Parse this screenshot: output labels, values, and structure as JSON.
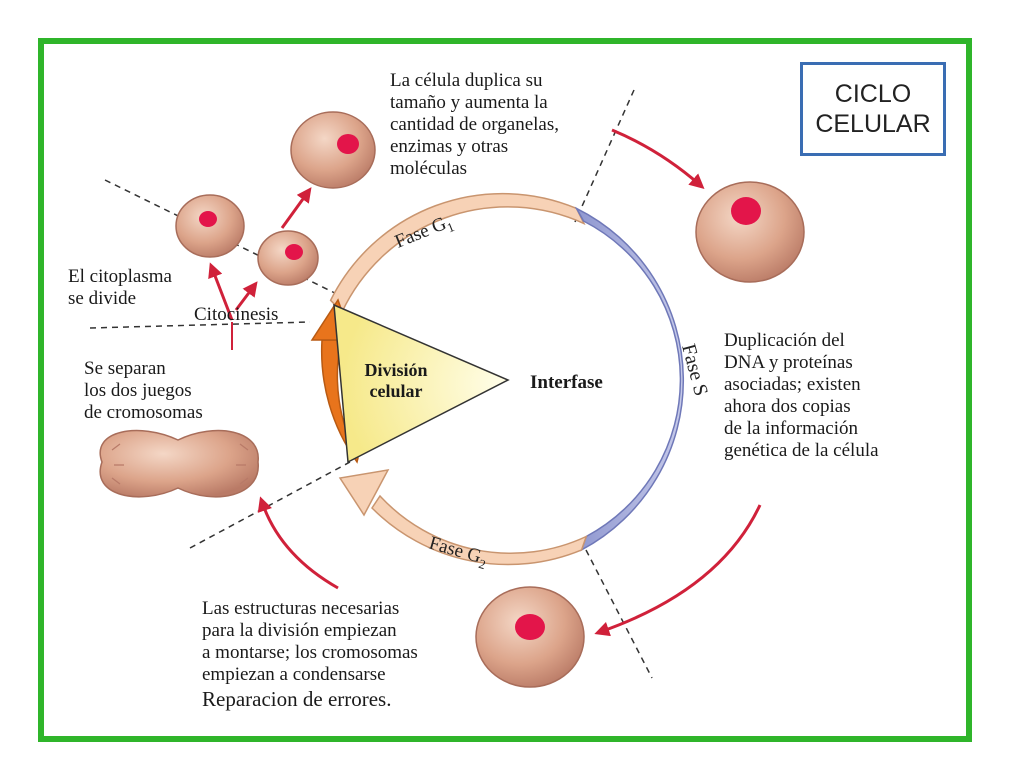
{
  "title": {
    "line1": "CICLO",
    "line2": "CELULAR"
  },
  "phases": {
    "g1": "Fase G",
    "g1_sub": "1",
    "s": "Fase S",
    "g2": "Fase G",
    "g2_sub": "2",
    "cytokinesis": "Citocinesis",
    "division_line1": "División",
    "division_line2": "celular",
    "interphase": "Interfase"
  },
  "annotations": {
    "g1_text": [
      "La célula duplica su",
      "tamaño y aumenta la",
      "cantidad de organelas,",
      "enzimas y otras",
      "moléculas"
    ],
    "s_text": [
      "Duplicación del",
      "DNA y proteínas",
      "asociadas; existen",
      "ahora dos copias",
      "de la información",
      "genética de la célula"
    ],
    "g2_text": [
      "Las estructuras necesarias",
      "para la división empiezan",
      "a montarse; los cromosomas",
      "empiezan a condensarse"
    ],
    "g2_extra": "Reparacion de errores.",
    "cytoplasm_text": [
      "El citoplasma",
      "se divide"
    ],
    "separation_text": [
      "Se separan",
      "los dos juegos",
      "de cromosomas"
    ]
  },
  "colors": {
    "border_green": "#2fb52a",
    "title_border": "#3a6db3",
    "g1_band": "#f7d2b6",
    "s_band": "#a8aedb",
    "g2_band": "#f7d2b6",
    "mitosis_band": "#e8741c",
    "arrow_red": "#d0213a",
    "cell_fill": "#d9a48c",
    "nucleus": "#e3154a",
    "wedge": "#fbf3b0"
  }
}
